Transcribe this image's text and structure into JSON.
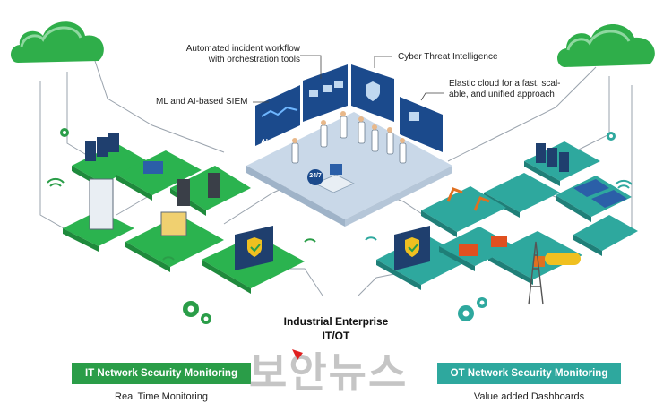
{
  "callouts": {
    "workflow_line1": "Automated incident workflow",
    "workflow_line2": "with orchestration tools",
    "threat_intel": "Cyber Threat Intelligence",
    "siem": "ML and AI-based SIEM",
    "cloud_line1": "Elastic cloud for a fast, scal-",
    "cloud_line2": "able, and unified approach"
  },
  "center": {
    "line1": "Industrial Enterprise",
    "line2": "IT/OT"
  },
  "it_banner": {
    "title": "IT Network Security Monitoring",
    "subtitle": "Real Time Monitoring",
    "color": "#2a9d48"
  },
  "ot_banner": {
    "title": "OT Network Security Monitoring",
    "subtitle": "Value added Dashboards",
    "color": "#2ea89e"
  },
  "screen_labels": {
    "ai": "AI",
    "hour": "24/7"
  },
  "colors": {
    "cloud": "#2fae4a",
    "platform": "#1f9a3f",
    "platform_top": "#2bb34f",
    "hub": "#d8e4f0",
    "teal": "#2ea89e",
    "line": "#9aa3ad"
  },
  "icons": [
    "cloud-icon",
    "gear-icon",
    "wifi-icon",
    "shield-check-icon",
    "server-icon",
    "monitor-icon",
    "robot-arm-icon",
    "solar-panel-icon",
    "tower-icon",
    "tank-truck-icon"
  ],
  "watermark": {
    "text": "보안뉴스"
  }
}
